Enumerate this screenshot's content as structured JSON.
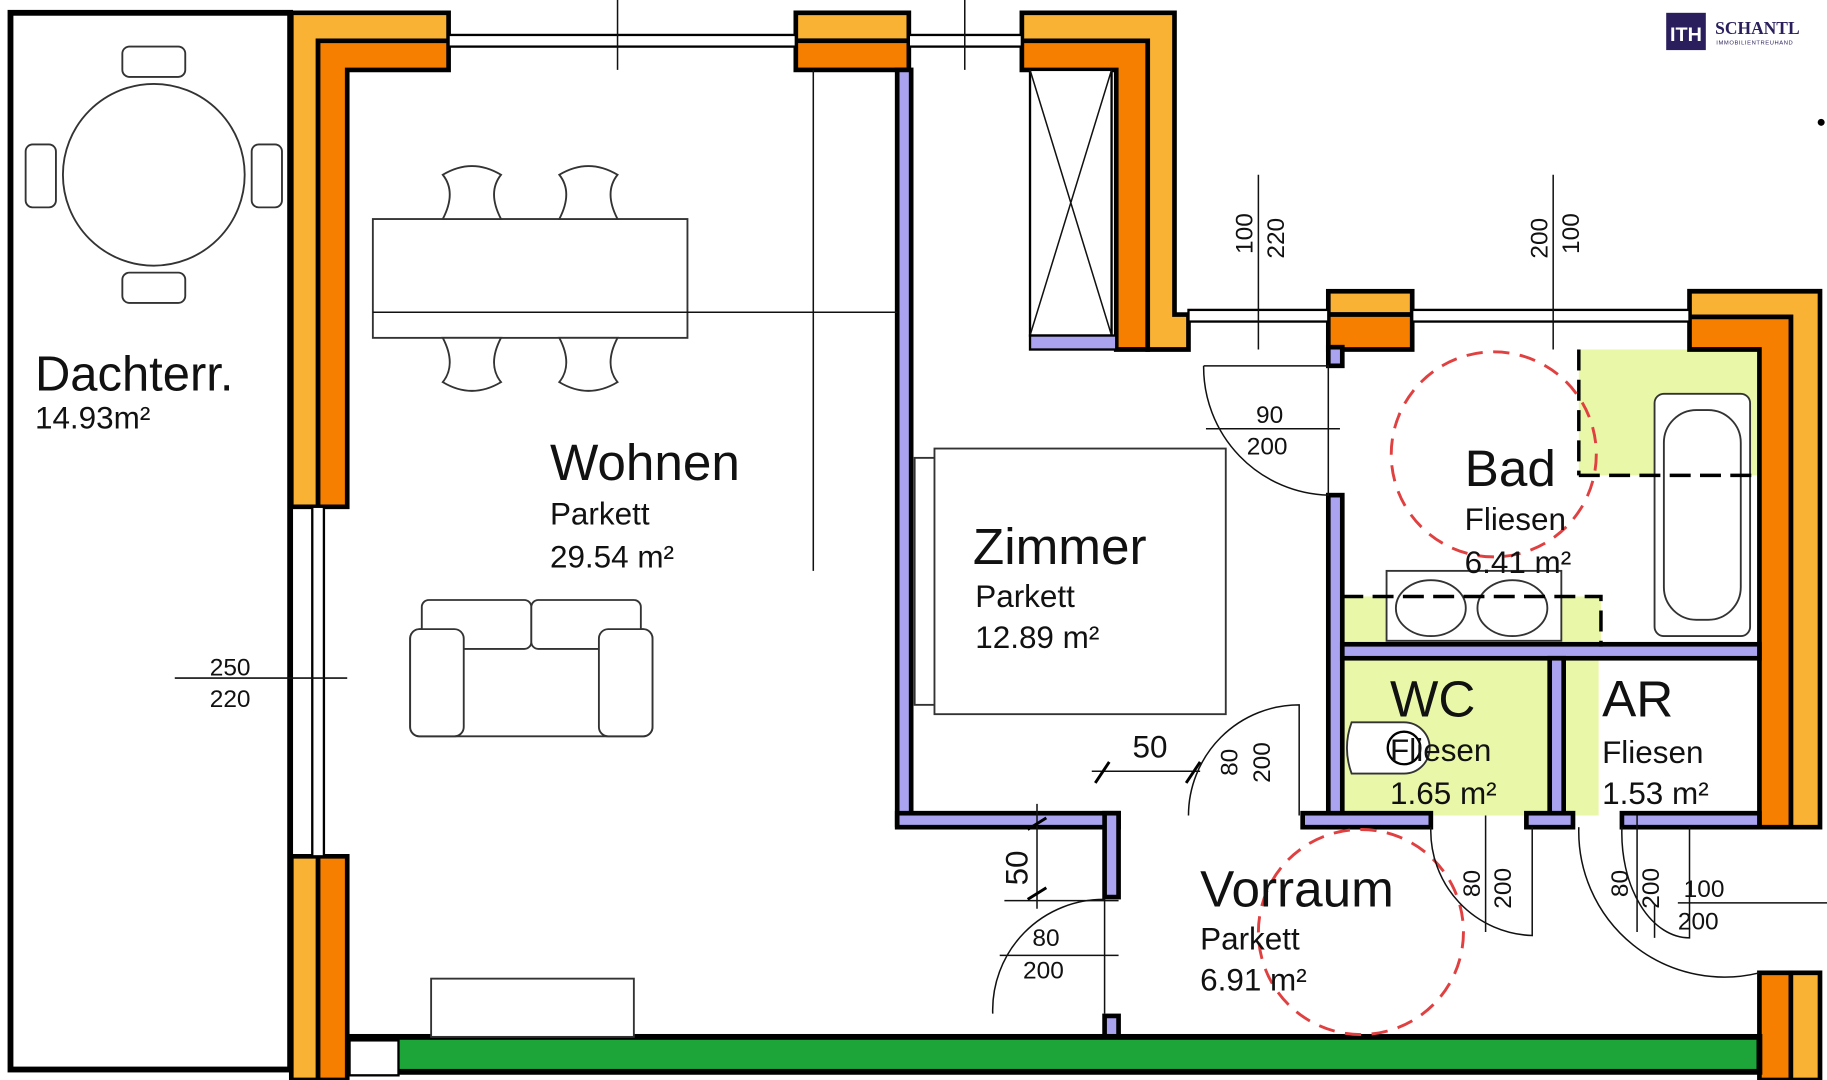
{
  "logo": {
    "mark": "ITH",
    "name": "SCHANTL",
    "subtitle": "IMMOBILIENTREUHAND",
    "color": "#2a1f5c"
  },
  "rooms": {
    "terrace": {
      "name": "Dachterr.",
      "area": "14.93m²"
    },
    "living": {
      "name": "Wohnen",
      "floor": "Parkett",
      "area": "29.54 m²"
    },
    "room": {
      "name": "Zimmer",
      "floor": "Parkett",
      "area": "12.89 m²"
    },
    "bath": {
      "name": "Bad",
      "floor": "Fliesen",
      "area": "6.41 m²"
    },
    "wc": {
      "name": "WC",
      "floor": "Fliesen",
      "area": "1.65 m²"
    },
    "storage": {
      "name": "AR",
      "floor": "Fliesen",
      "area": "1.53 m²"
    },
    "hall": {
      "name": "Vorraum",
      "floor": "Parkett",
      "area": "6.91 m²"
    }
  },
  "dimensions": {
    "window_left": [
      "250",
      "220"
    ],
    "window_top_mid": [
      "100",
      "220"
    ],
    "window_top_right": [
      "200",
      "100"
    ],
    "door_bath": [
      "90",
      "200"
    ],
    "wall_50_a": "50",
    "wall_50_b": "50",
    "door_room": [
      "80",
      "200"
    ],
    "door_entry": [
      "80",
      "200"
    ],
    "door_wc": [
      "80",
      "200"
    ],
    "door_ar": [
      "80",
      "200"
    ],
    "door_right": [
      "100",
      "200"
    ]
  },
  "colors": {
    "outer_wall": "#f77f00",
    "insulation": "#f9b234",
    "inner_wall": "#aaa4f0",
    "wet_area": "#e9f7a8",
    "green_wall": "#1ea53a",
    "circle": "#e04040"
  }
}
